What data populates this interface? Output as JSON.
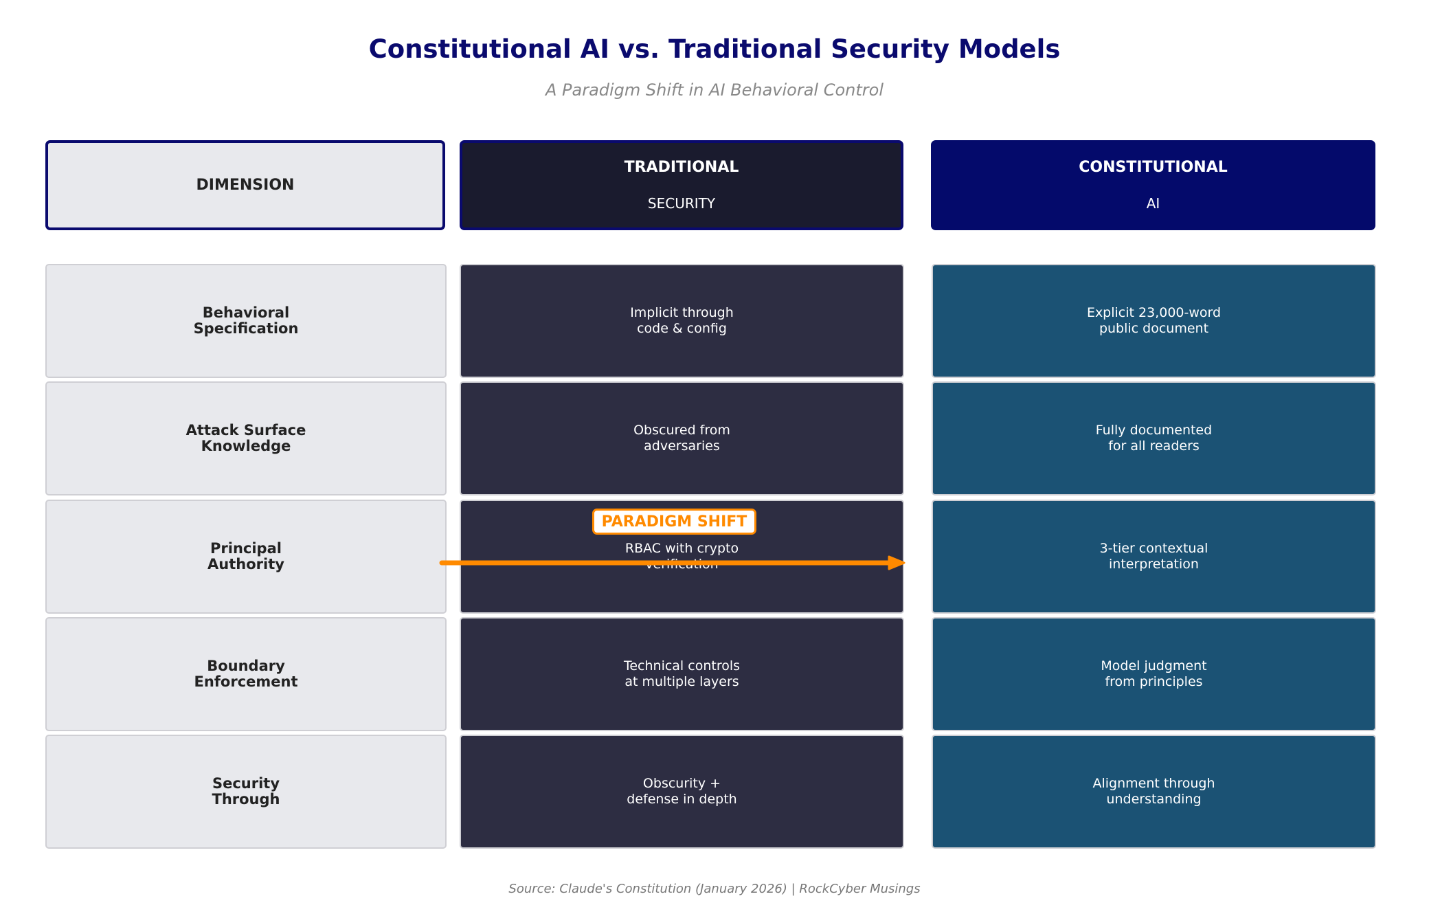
{
  "title": "Constitutional AI vs. Traditional Security Models",
  "subtitle": "A Paradigm Shift in AI Behavioral Control",
  "headers": {
    "dimension": "DIMENSION",
    "traditional": {
      "main": "TRADITIONAL",
      "sub": "SECURITY"
    },
    "constitutional": {
      "main": "CONSTITUTIONAL",
      "sub": "AI"
    }
  },
  "rows": [
    {
      "dimension": "Behavioral\nSpecification",
      "traditional": "Implicit through\ncode & config",
      "constitutional": "Explicit 23,000-word\npublic document"
    },
    {
      "dimension": "Attack Surface\nKnowledge",
      "traditional": "Obscured from\nadversaries",
      "constitutional": "Fully documented\nfor all readers"
    },
    {
      "dimension": "Principal\nAuthority",
      "traditional": "RBAC with crypto\nverification",
      "constitutional": "3-tier contextual\ninterpretation"
    },
    {
      "dimension": "Boundary\nEnforcement",
      "traditional": "Technical controls\nat multiple layers",
      "constitutional": "Model judgment\nfrom principles"
    },
    {
      "dimension": "Security\nThrough",
      "traditional": "Obscurity +\ndefense in depth",
      "constitutional": "Alignment through\nunderstanding"
    }
  ],
  "paradigm_shift_label": "PARADIGM SHIFT",
  "source": "Source: Claude's Constitution (January 2026) | RockCyber Musings",
  "colors": {
    "title": "#0a0a6e",
    "traditional_cell": "#2d2d42",
    "constitutional_cell": "#1b5274",
    "dimension_cell": "#e8e9ed",
    "accent_arrow": "#ff8a00"
  }
}
